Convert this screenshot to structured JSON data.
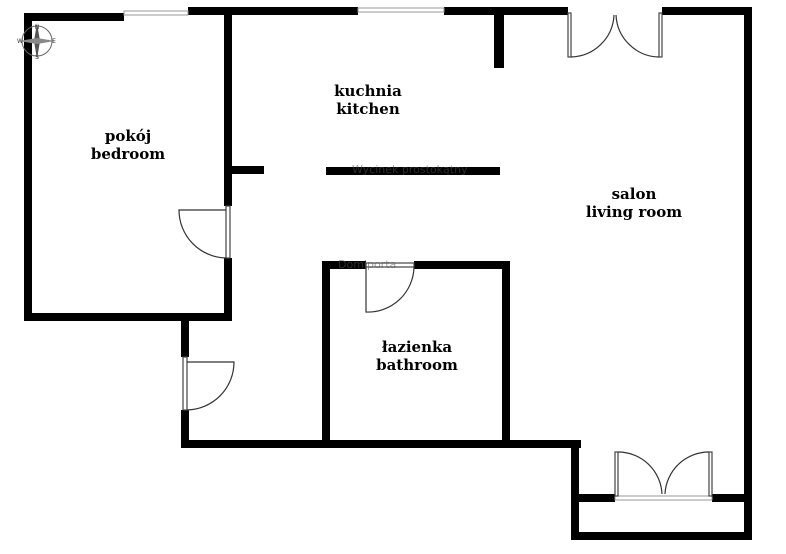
{
  "rooms": {
    "bedroom": {
      "pl": "pokój",
      "en": "bedroom"
    },
    "kitchen": {
      "pl": "kuchnia",
      "en": "kitchen"
    },
    "living_room": {
      "pl": "salon",
      "en": "living room"
    },
    "bathroom": {
      "pl": "łazienka",
      "en": "bathroom"
    }
  },
  "watermarks": {
    "crop": "Wycinek prostokątny",
    "brand": "Domiporta"
  },
  "compass": {
    "north": "N",
    "south": "S",
    "east": "E",
    "west": "W"
  },
  "colors": {
    "wall": "#000000",
    "background": "#ffffff"
  }
}
